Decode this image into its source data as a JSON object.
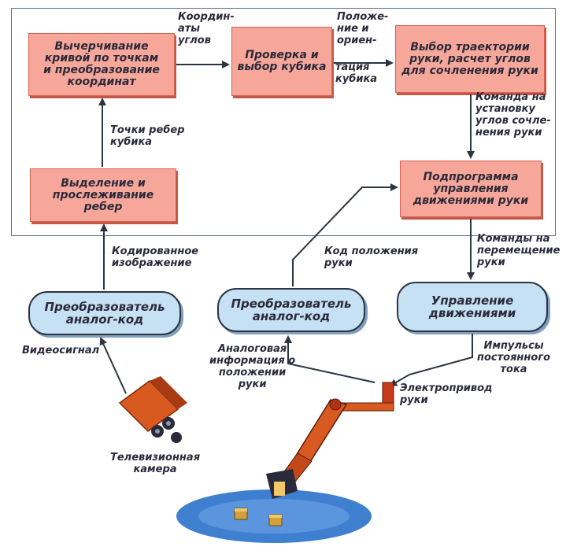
{
  "blocks": {
    "curve_drawing": "Вычерчивание\nкривой по точкам\nи преобразование\nкоординат",
    "cube_check": "Проверка и\nвыбор кубика",
    "trajectory": "Выбор траектории\nруки, расчет углов\nдля сочленения руки",
    "edge_tracking": "Выделение и\nпрослеживание\nребер",
    "subroutine": "Подпрограмма\nуправления\nдвижениями руки"
  },
  "converters": {
    "left": "Преобразователь\nаналог-код",
    "middle": "Преобразователь\nаналог-код",
    "right": "Управление\nдвижениями"
  },
  "labels": {
    "angle_coords": "Координ-\nаты\nуглов",
    "position_orientation": "Положе-\nние и\nориен-",
    "orientation_cont": "тация\nкубика",
    "cube_edge_points": "Точки ребер\nкубика",
    "angle_command": "Команда на\nустановку\nуглов сочле-\nнения руки",
    "coded_image": "Кодированное\nизображение",
    "arm_position_code": "Код положения\nруки",
    "movement_commands": "Команды на\nперемещение\nруки",
    "video_signal": "Видеосигнал",
    "analog_info": "Аналоговая\nинформация о\nположении\nруки",
    "dc_pulses": "Импульсы\nпостоянного\nтока",
    "arm_drive": "Электропривод\nруки",
    "tv_camera": "Телевизионная\nкамера"
  },
  "colors": {
    "block_fill": "#f6a79a",
    "converter_fill": "#c6e0f4",
    "arrow": "#2c3440",
    "floor": "#3f7fd0"
  }
}
